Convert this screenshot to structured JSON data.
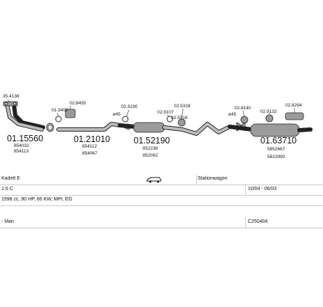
{
  "diagram": {
    "main_parts": [
      {
        "number": "01.15560",
        "subs": [
          "854032",
          "854113"
        ]
      },
      {
        "number": "01.21010",
        "subs": [
          "854112",
          "854067"
        ]
      },
      {
        "number": "01.52190",
        "subs": [
          "852238",
          "852062"
        ]
      },
      {
        "number": "01.63710",
        "subs": [
          "5852667",
          "5822990"
        ]
      }
    ],
    "accessories": [
      "35.4138",
      "01.3402",
      "02.8455",
      "02.3190",
      "02.9107",
      "02.5318",
      "02.5518",
      "02.8140",
      "02.9132",
      "02.8294"
    ],
    "clamp_labels": [
      "ø45",
      "ø45"
    ]
  },
  "info": {
    "model": "Kadett E",
    "body_type": "Stationwagon",
    "engine": "1.6 C",
    "years": "10/04 - 06/03",
    "specs": "1598 cc, 90 HP, 66 KW, MPI, EG",
    "manufacturer": "- Man",
    "code": "C250404"
  }
}
